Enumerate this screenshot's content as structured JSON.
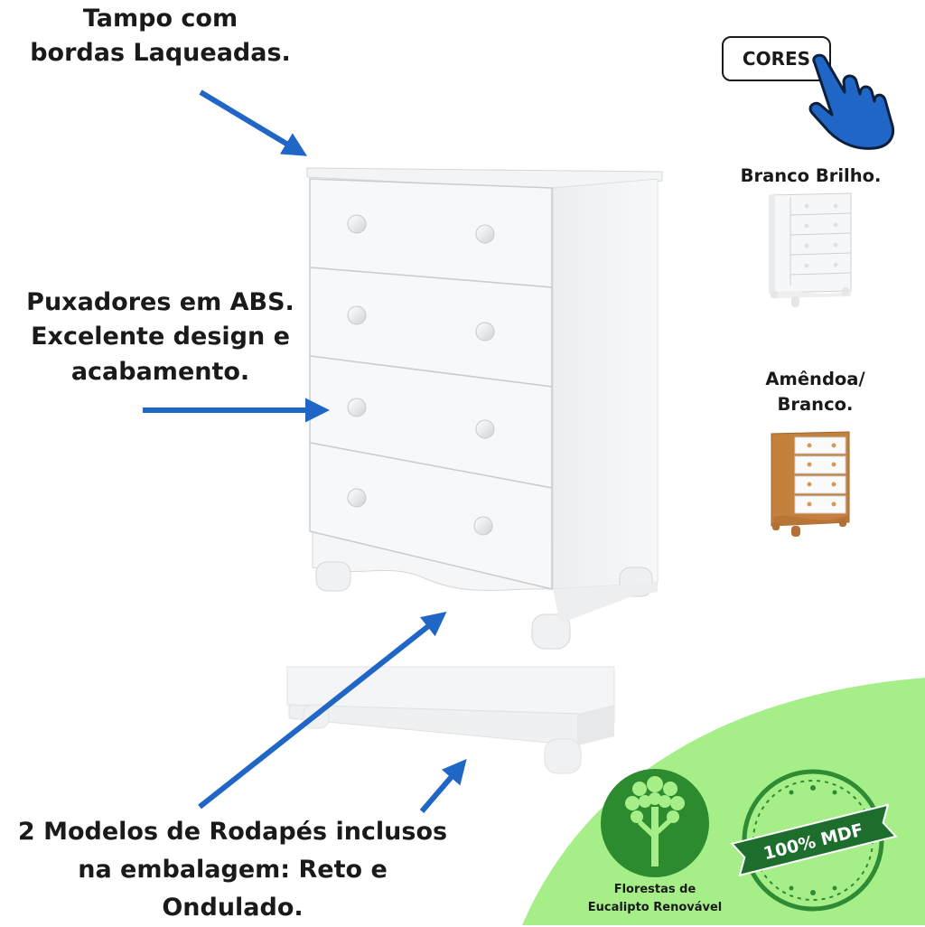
{
  "callouts": {
    "top_edges": [
      "Tampo com",
      "bordas Laqueadas."
    ],
    "handles": [
      "Puxadores em ABS.",
      "Excelente design e",
      "acabamento."
    ],
    "plinths": [
      "2 Modelos de Rodapés inclusos",
      "na embalagem: Reto e Ondulado."
    ]
  },
  "colors_button": {
    "label": "CORES"
  },
  "swatches": [
    {
      "label_lines": [
        "Branco Brilho."
      ]
    },
    {
      "label_lines": [
        "Amêndoa/",
        "Branco."
      ]
    }
  ],
  "eco_badge": {
    "lines": [
      "Florestas de",
      "Eucalipto Renovável"
    ]
  },
  "mdf_seal": {
    "label": "100% MDF"
  },
  "palette": {
    "arrow": "#1f66c6",
    "green_area": "#a6ef88",
    "tree_green": "#2b8b2e",
    "seal_green": "#2e8b34",
    "almond": "#c4813e"
  }
}
